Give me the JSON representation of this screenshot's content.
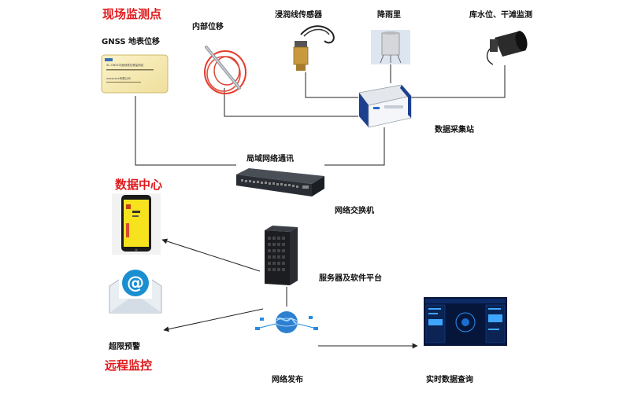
{
  "sections": {
    "field": "现场监测点",
    "data_center": "数据中心",
    "remote": "远程监控"
  },
  "devices": {
    "gnss": "GNSS 地表位移",
    "gnss_box_text": "XC-GNSS平面地表位移监测站",
    "gnss_box_sub": "xxxxxxxx有限公司",
    "internal_disp": "内部位移",
    "seepage": "浸润线传感器",
    "rain": "降雨里",
    "water_level": "库水位、干滩监测",
    "collector": "数据采集站",
    "lan": "局域网络通讯",
    "switch": "网络交换机",
    "server": "服务器及软件平台",
    "alarm": "超限预警",
    "publish": "网络发布",
    "realtime": "实时数据查询"
  },
  "colors": {
    "accent_red": "#e0191b",
    "line": "#222222",
    "phone_yellow": "#f6e21d",
    "mail_blue": "#1a8fd0"
  },
  "icons": [
    "gnss-box-icon",
    "cable-sensor-icon",
    "seepage-sensor-icon",
    "rain-gauge-icon",
    "level-radar-icon",
    "collector-box-icon",
    "network-switch-icon",
    "phone-alert-icon",
    "email-icon",
    "server-tower-icon",
    "globe-network-icon",
    "dashboard-screen-icon"
  ]
}
